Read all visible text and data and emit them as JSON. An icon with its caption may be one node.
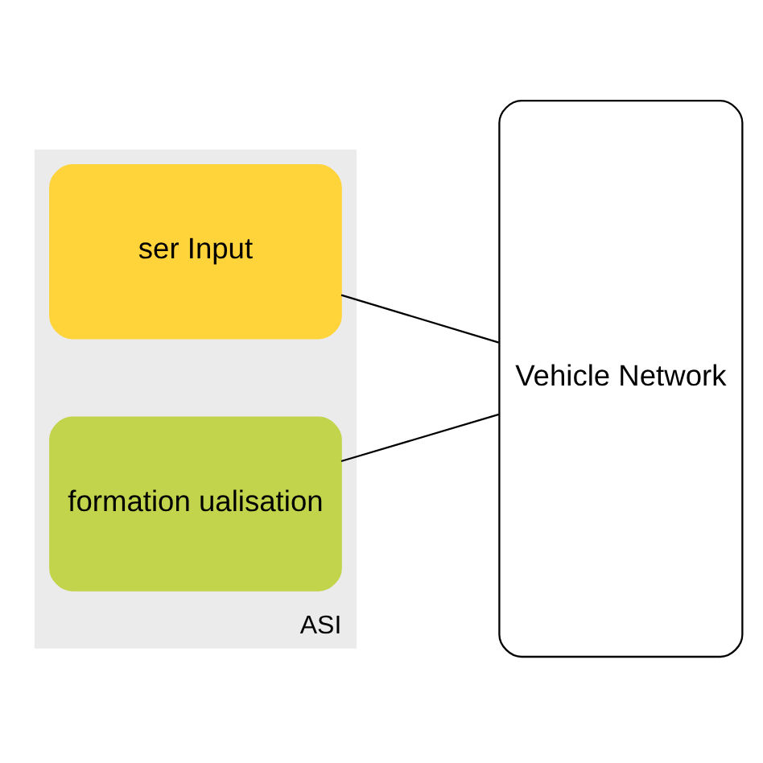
{
  "diagram": {
    "nodes": [
      {
        "text": [
          "ASI"
        ]
      },
      {
        "text": [
          "ser Input"
        ],
        "in": 0
      },
      {
        "text": [
          "formation ualisation"
        ],
        "in": 0
      },
      {
        "text": [
          "Vehicle Network"
        ]
      }
    ],
    "edges": [
      {
        "from": 1,
        "to": 3,
        "arrow": "none"
      },
      {
        "from": 2,
        "to": 3,
        "arrow": "none"
      }
    ]
  }
}
